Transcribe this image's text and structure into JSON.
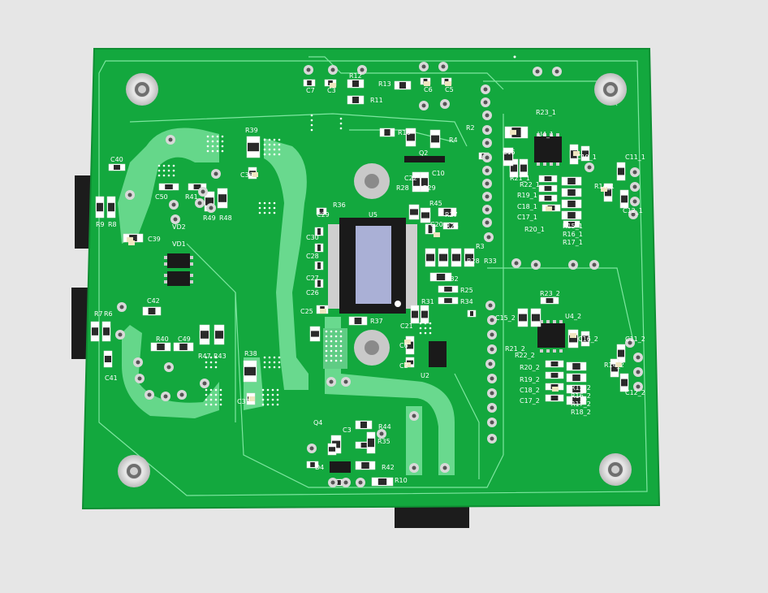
{
  "colors": {
    "background": "#e6e6e6",
    "board": "#13a83e",
    "board_edge": "#0f8f33",
    "copper_pour": "#69d98e",
    "trace": "#7ee6a0",
    "silkscreen": "#ffffff",
    "pad": "#d9d9d9",
    "ic_body": "#1a1a1a",
    "ic_window": "#aab0d6",
    "connector": "#1c1c1c"
  },
  "labels": {
    "upper_left": [
      "C40",
      "C50",
      "R41",
      "R49",
      "R48",
      "R9",
      "R8",
      "C39",
      "VD2",
      "VD1",
      "R39",
      "C36"
    ],
    "lower_left": [
      "R7",
      "R6",
      "C42",
      "C41",
      "R40",
      "C49",
      "R47",
      "R43",
      "R38",
      "C37"
    ],
    "top_center": [
      "C7",
      "C3",
      "R12",
      "R13",
      "C6",
      "C5",
      "R11",
      "R10",
      "R2",
      "R4",
      "Q2",
      "C10",
      "R28",
      "R29",
      "C22",
      "R45"
    ],
    "center": [
      "R36",
      "C29",
      "U5",
      "C30",
      "C28",
      "C27",
      "C26",
      "C25",
      "R27",
      "C20",
      "R26",
      "R3",
      "R28",
      "R33",
      "R32",
      "R25",
      "R34",
      "C21",
      "R31",
      "R37",
      "C6",
      "C2",
      "U2"
    ],
    "bottom": [
      "Q4",
      "C3",
      "R44",
      "R35",
      "D4",
      "R42",
      "R10"
    ],
    "right_channel_1": [
      "R23_1",
      "U4_1",
      "C15",
      "C19_1",
      "C11_1",
      "R21_1",
      "R22_1",
      "R14_1",
      "R19_1",
      "C18_1",
      "C17_1",
      "C12_1",
      "R15_1",
      "R16_1",
      "R17_1",
      "R20_1"
    ],
    "right_channel_2": [
      "R23_2",
      "U4_2",
      "C15_2",
      "C16_2",
      "C11_2",
      "R21_2",
      "R22_2",
      "R14_2",
      "R20_2",
      "R19_2",
      "C18_2",
      "C17_2",
      "C12_2",
      "R15_2",
      "R16_2",
      "R17_2",
      "R18_2"
    ]
  },
  "icons": {
    "mounting_hole": "mounting-hole-icon",
    "heatsink_hole": "heatsink-hole-icon"
  }
}
